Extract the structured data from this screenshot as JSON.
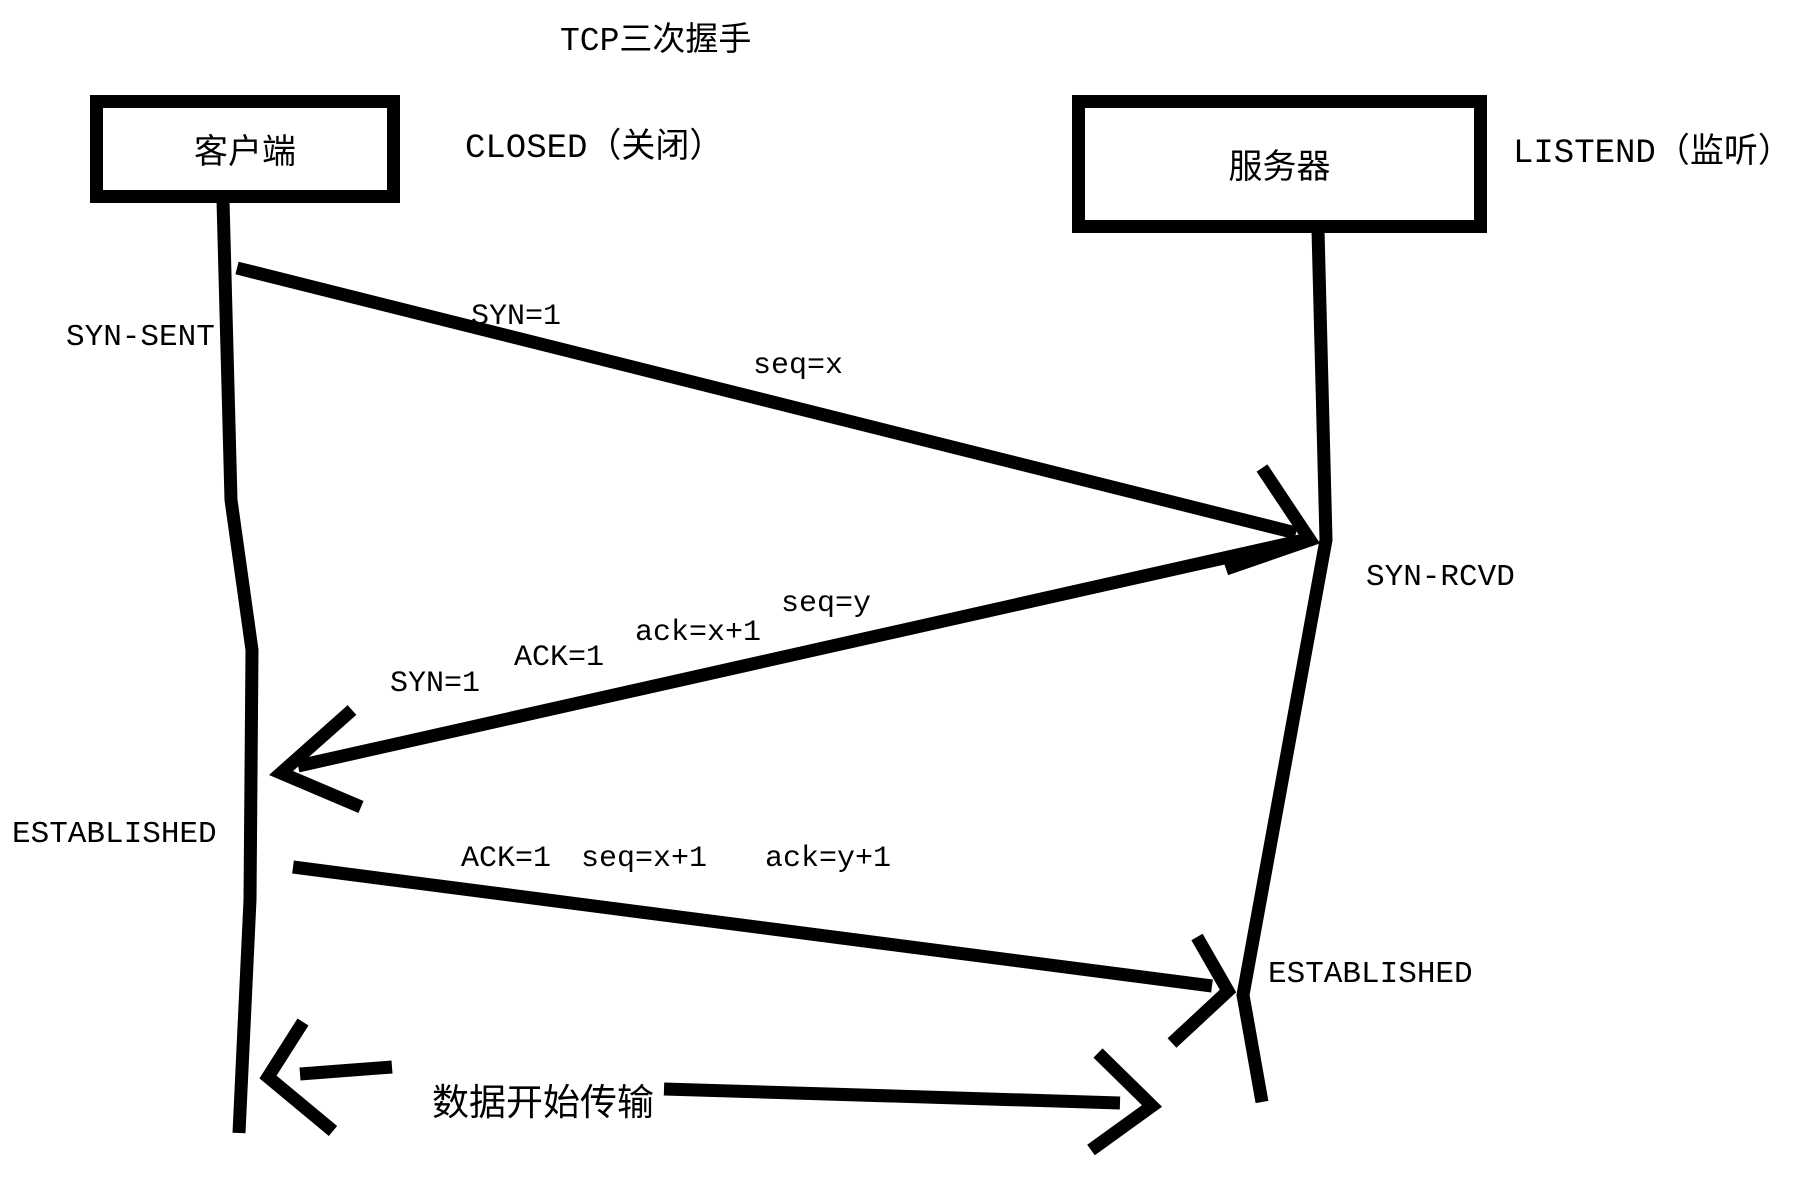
{
  "diagram": {
    "title": "TCP三次握手",
    "background_color": "#ffffff",
    "line_color": "#000000",
    "client": {
      "box_label": "客户端",
      "initial_state": "CLOSED（关闭）",
      "state_syn_sent": "SYN-SENT",
      "state_established": "ESTABLISHED"
    },
    "server": {
      "box_label": "服务器",
      "initial_state": "LISTEND（监听）",
      "state_syn_rcvd": "SYN-RCVD",
      "state_established": "ESTABLISHED"
    },
    "handshake_steps": [
      {
        "direction": "client-to-server",
        "labels": {
          "syn": "SYN=1",
          "seq": "seq=x"
        }
      },
      {
        "direction": "server-to-client",
        "labels": {
          "seq": "seq=y",
          "ack": "ack=x+1",
          "ack_flag": "ACK=1",
          "syn": "SYN=1"
        }
      },
      {
        "direction": "client-to-server",
        "labels": {
          "ack_flag": "ACK=1",
          "seq": "seq=x+1",
          "ack": "ack=y+1"
        }
      }
    ],
    "data_transfer_label": "数据开始传输"
  }
}
